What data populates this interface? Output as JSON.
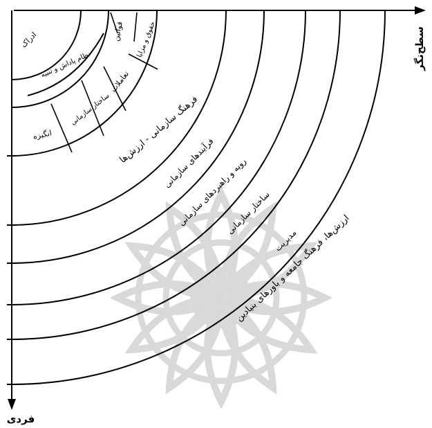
{
  "axes": {
    "horizontal_label": "سطح‌نگر",
    "vertical_label": "فردی"
  },
  "inner_ring_a": [
    "ادراک",
    "نظام پاداش و تنبیه",
    "قوانین"
  ],
  "inner_ring_b": [
    "حقوق و مزایا",
    "تعاملات",
    "ساختار سازمانی",
    "انگیزه"
  ],
  "outer_rings": [
    "فرهنگ سازمانی - ارزش‌ها",
    "فرآیندهای سازمانی",
    "رویه و راهبردهای سازمانی",
    "ساختار سازمانی",
    "مدیریت",
    "ارزش‌ها، فرهنگ جامعه و باورهای بنیادین"
  ],
  "colors": {
    "line": "#000000",
    "watermark": "#d9d9d9",
    "background": "#ffffff"
  }
}
